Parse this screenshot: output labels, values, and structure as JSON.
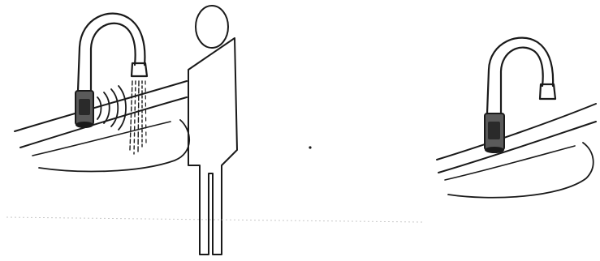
{
  "figure": {
    "panels": [
      {
        "id": "left",
        "faucet_state": "flowing",
        "person_present": true,
        "sensor_waves": true
      },
      {
        "id": "right",
        "faucet_state": "off",
        "person_present": false,
        "sensor_waves": false
      }
    ],
    "colors": {
      "ink": "#1a1a1a",
      "sensor_body": "#5a5a5a",
      "sensor_window": "#2a2a2a",
      "background": "#ffffff"
    }
  }
}
